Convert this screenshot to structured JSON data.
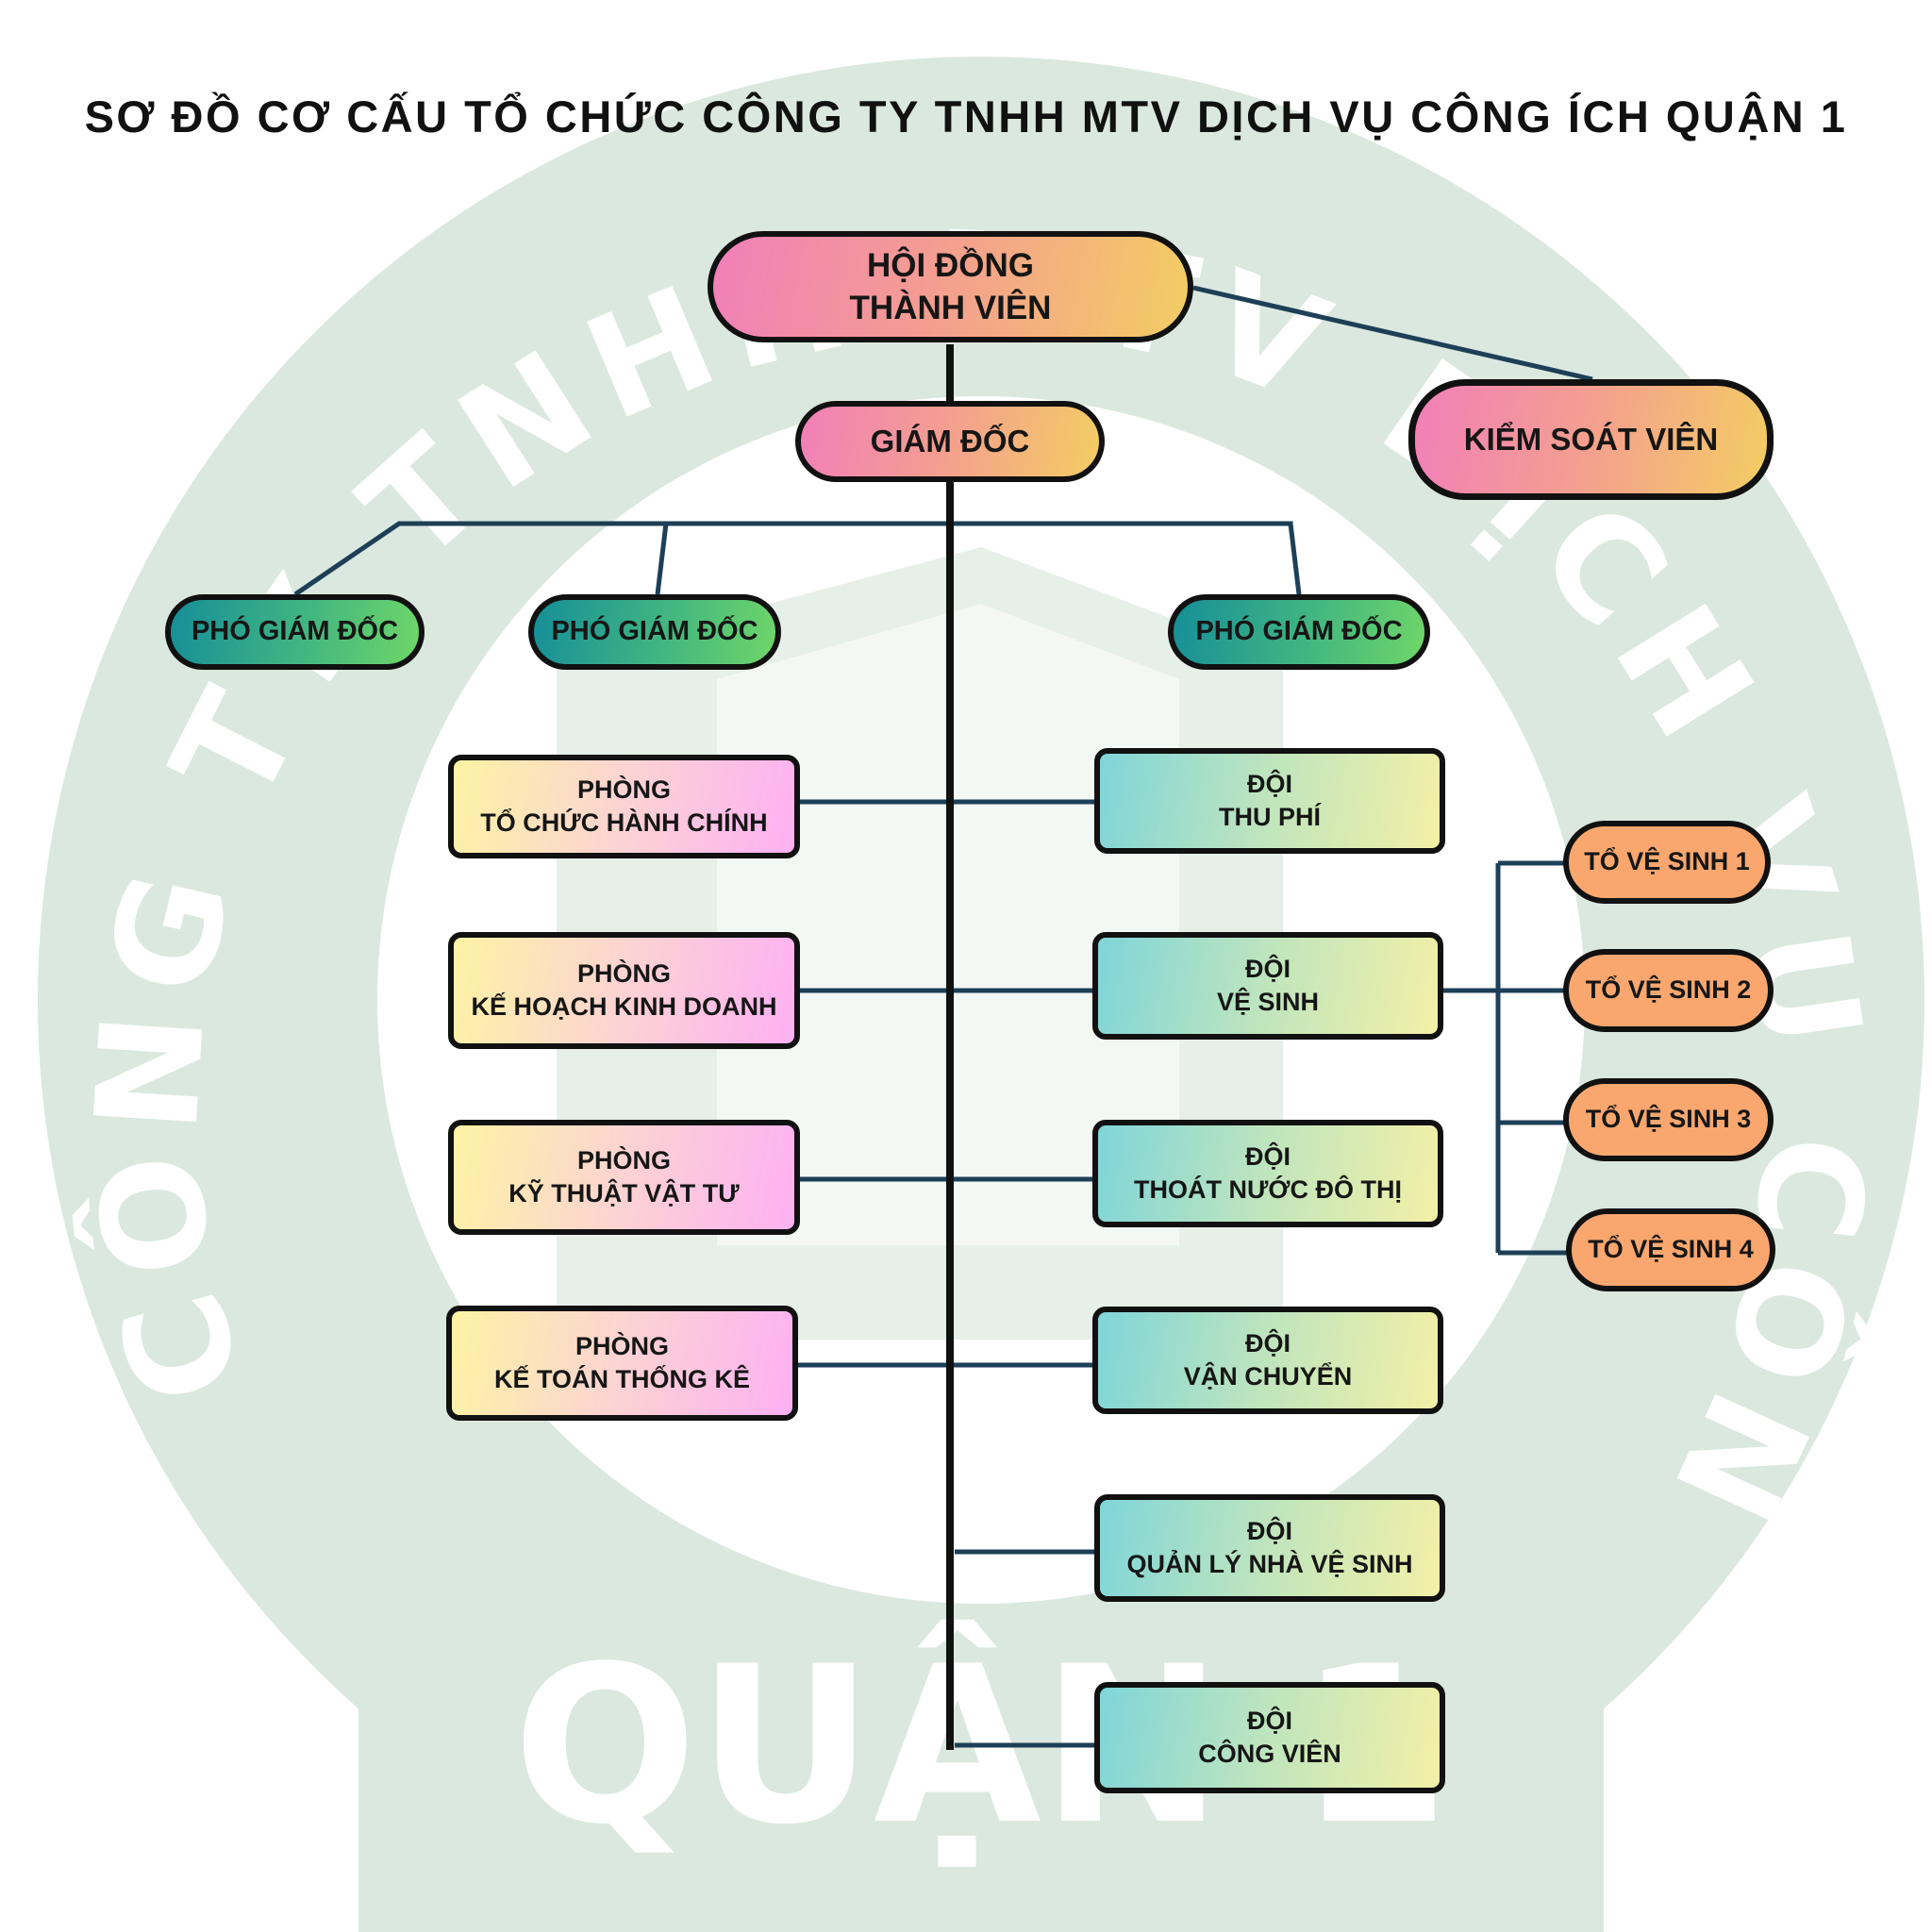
{
  "title": "SƠ ĐỒ CƠ CẤU TỔ CHỨC CÔNG TY TNHH MTV DỊCH VỤ CÔNG ÍCH QUẬN 1",
  "watermark": {
    "arc_text": "CÔNG TY TNHH MTV DỊCH VỤ CÔNG ÍCH",
    "bottom_text": "QUẬN 1"
  },
  "nodes": {
    "hoi_dong": [
      "HỘI ĐỒNG",
      "THÀNH VIÊN"
    ],
    "giam_doc": [
      "GIÁM ĐỐC"
    ],
    "kiem_soat": [
      "KIỂM SOÁT VIÊN"
    ],
    "pho_giam_doc": [
      [
        "PHÓ GIÁM ĐỐC"
      ],
      [
        "PHÓ GIÁM ĐỐC"
      ],
      [
        "PHÓ GIÁM ĐỐC"
      ]
    ],
    "phong": [
      [
        "PHÒNG",
        "TỔ CHỨC HÀNH CHÍNH"
      ],
      [
        "PHÒNG",
        "KẾ HOẠCH KINH DOANH"
      ],
      [
        "PHÒNG",
        "KỸ THUẬT VẬT TƯ"
      ],
      [
        "PHÒNG",
        "KẾ TOÁN THỐNG KÊ"
      ]
    ],
    "doi": [
      [
        "ĐỘI",
        "THU PHÍ"
      ],
      [
        "ĐỘI",
        "VỆ SINH"
      ],
      [
        "ĐỘI",
        "THOÁT NƯỚC ĐÔ THỊ"
      ],
      [
        "ĐỘI",
        "VẬN CHUYỂN"
      ],
      [
        "ĐỘI",
        "QUẢN LÝ NHÀ VỆ SINH"
      ],
      [
        "ĐỘI",
        "CÔNG VIÊN"
      ]
    ],
    "to_ve_sinh": [
      [
        "TỔ VỆ SINH 1"
      ],
      [
        "TỔ VỆ SINH 2"
      ],
      [
        "TỔ VỆ SINH 3"
      ],
      [
        "TỔ VỆ SINH 4"
      ]
    ]
  },
  "colors": {
    "line_main": "#111111",
    "line_branch": "#1d3f57",
    "watermark_green": "#dbe8df"
  }
}
